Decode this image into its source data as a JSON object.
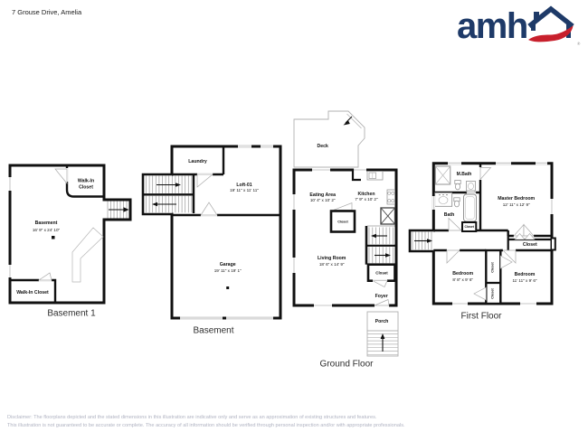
{
  "header": {
    "address": "7 Grouse Drive, Amelia",
    "logo": {
      "text": "amh",
      "registered": "®",
      "icon": "house-icon"
    }
  },
  "colors": {
    "wall": "#111111",
    "thin_line": "#a8a8a8",
    "logo_blue": "#1e3a68",
    "logo_red": "#c8202c",
    "disclaimer_text": "#b0b3c2"
  },
  "plans": {
    "basement1": {
      "floor_label": "Basement 1",
      "rooms": {
        "walkin_top": {
          "name": "Walk-In\nCloset"
        },
        "basement": {
          "name": "Basement",
          "dims": "16' 9\" x 24' 10\""
        },
        "walkin_bottom": {
          "name": "Walk-In Closet"
        }
      }
    },
    "basement": {
      "floor_label": "Basement",
      "rooms": {
        "laundry": {
          "name": "Laundry"
        },
        "loft": {
          "name": "Loft-01",
          "dims": "19' 11\" x 11' 11\""
        },
        "garage": {
          "name": "Garage",
          "dims": "19' 11\" x 19' 1\""
        }
      }
    },
    "ground": {
      "floor_label": "Ground Floor",
      "rooms": {
        "deck": {
          "name": "Deck"
        },
        "eating": {
          "name": "Eating Area",
          "dims": "10' 4\" x 10' 2\""
        },
        "kitchen": {
          "name": "Kitchen",
          "dims": "7' 9\" x 10' 2\""
        },
        "closet_mid": {
          "name": "Closet"
        },
        "living": {
          "name": "Living Room",
          "dims": "18' 6\" x 14' 9\""
        },
        "closet_foyer": {
          "name": "Closet"
        },
        "foyer": {
          "name": "Foyer"
        },
        "porch": {
          "name": "Porch"
        }
      }
    },
    "first": {
      "floor_label": "First Floor",
      "rooms": {
        "mbath": {
          "name": "M.Bath"
        },
        "bath": {
          "name": "Bath"
        },
        "closet_bath": {
          "name": "Closet"
        },
        "master": {
          "name": "Master Bedroom",
          "dims": "12' 11\" x 12' 9\""
        },
        "closet_hall": {
          "name": "Closet"
        },
        "bedroom_left": {
          "name": "Bedroom",
          "dims": "8' 8\" x 9' 6\""
        },
        "closet_v1": {
          "name": "Closet"
        },
        "closet_v2": {
          "name": "Closet"
        },
        "bedroom_right": {
          "name": "Bedroom",
          "dims": "11' 11\" x 9' 6\""
        }
      }
    }
  },
  "footer": {
    "line1": "Disclaimer: The floorplans depicted and the stated dimensions in this illustration are indicative only and serve as an approximation of existing structures and features.",
    "line2": "This illustration is not guaranteed to be accurate or complete. The accuracy of all information should be verified through personal inspection and/or with appropriate professionals."
  }
}
